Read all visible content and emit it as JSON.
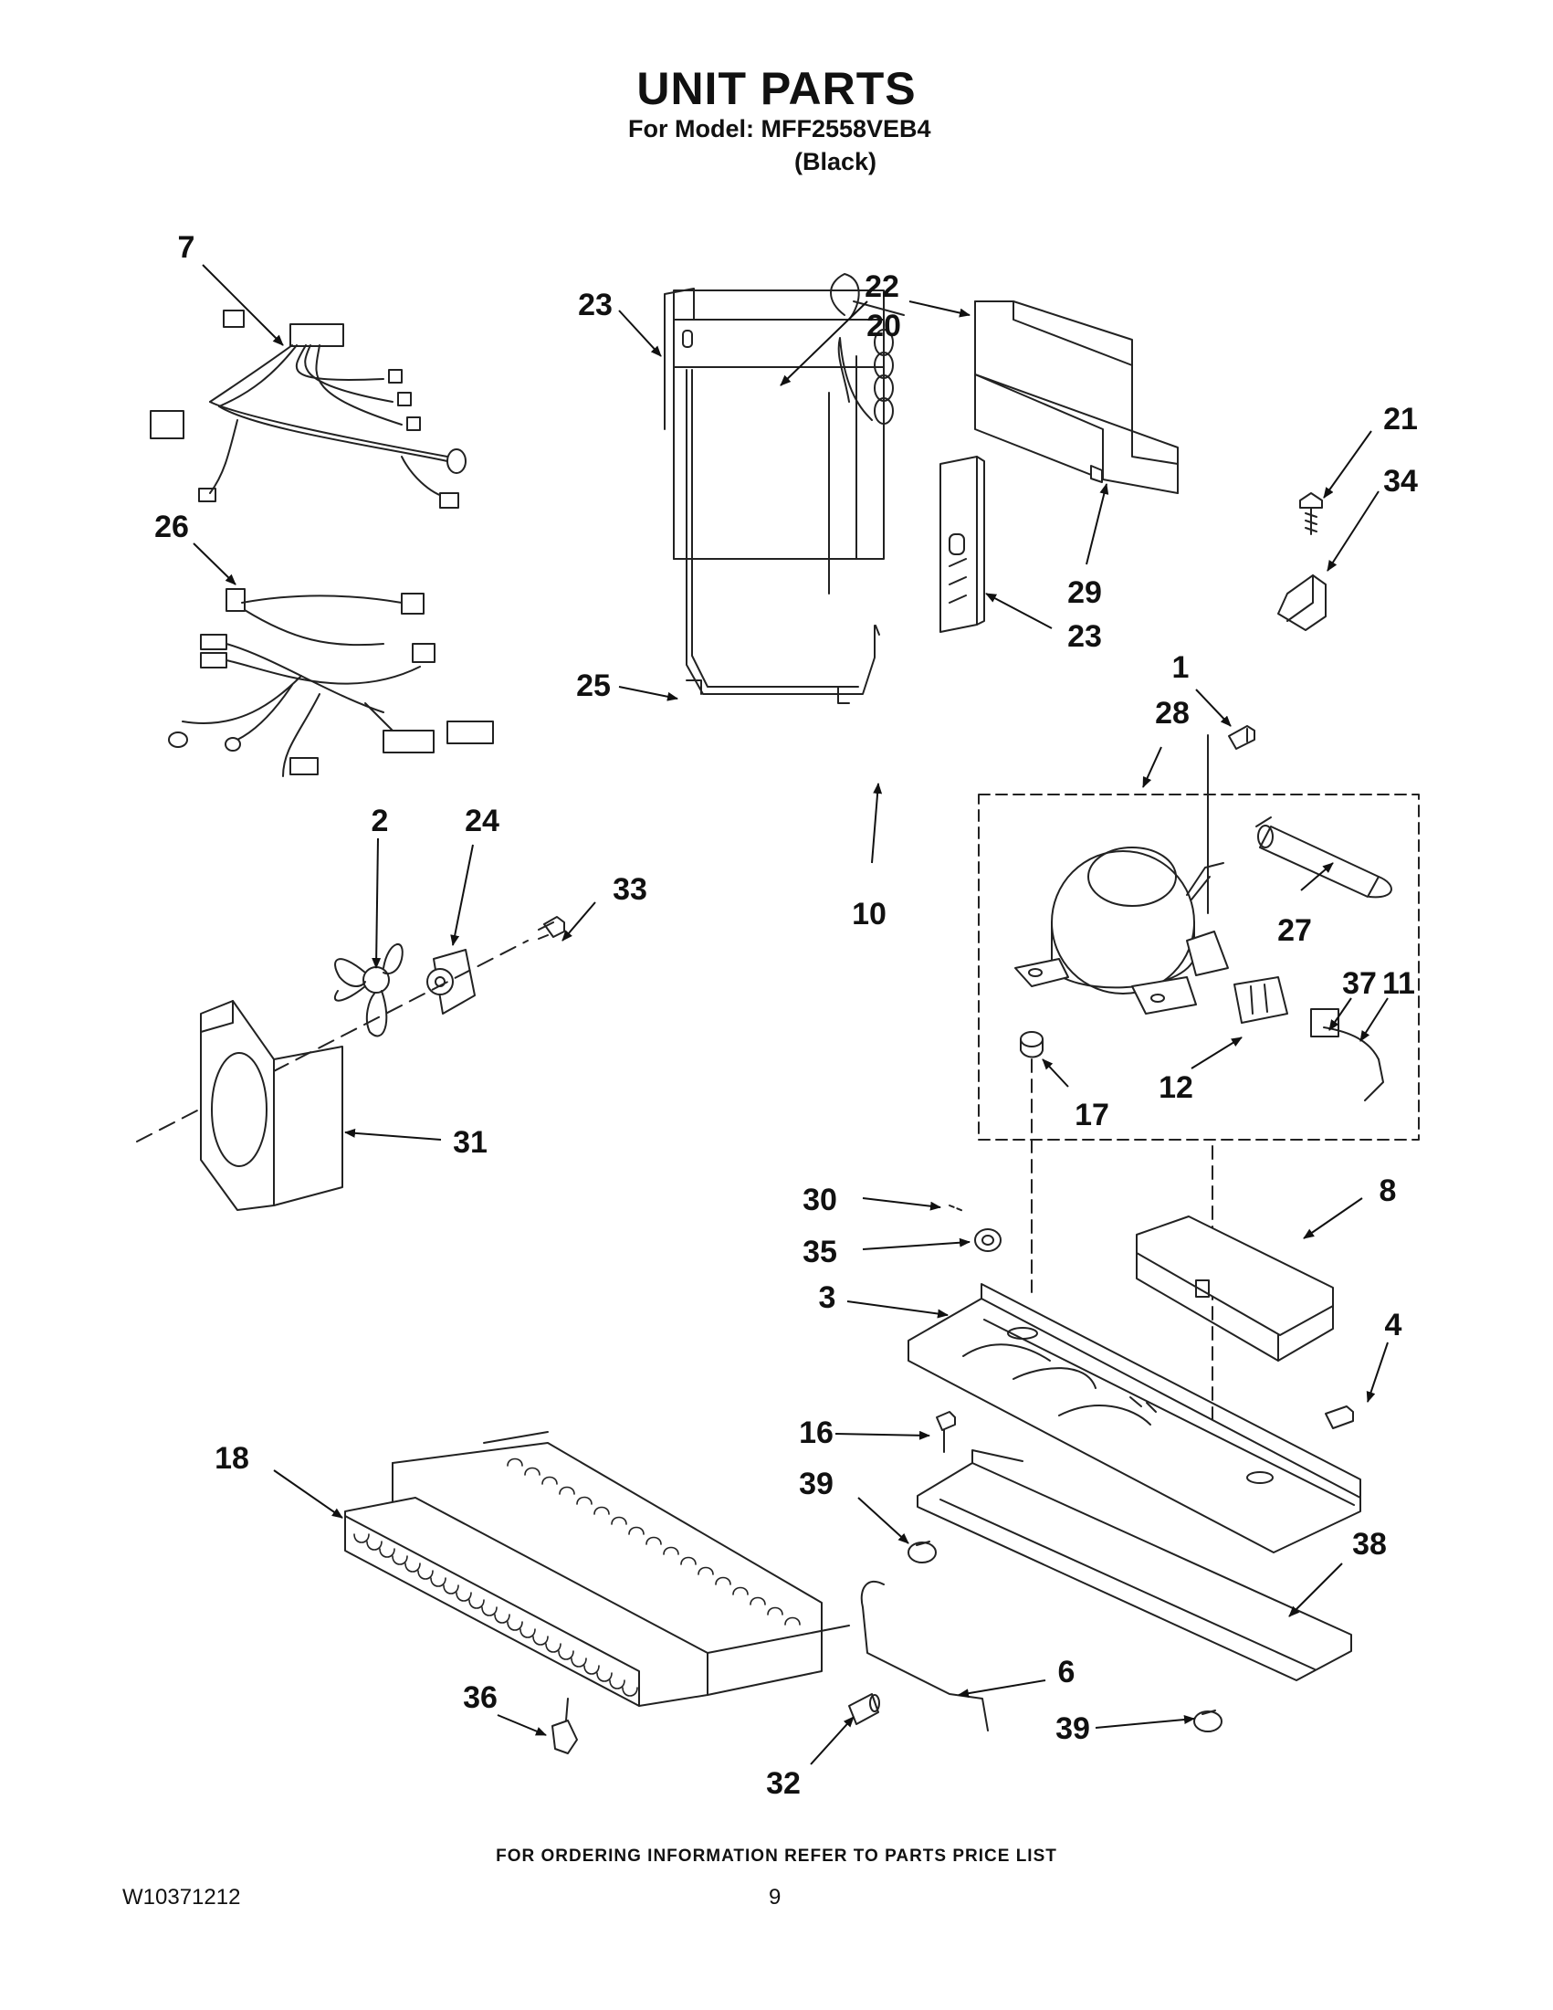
{
  "header": {
    "title": "UNIT PARTS",
    "model_line": "For Model: MFF2558VEB4",
    "color_line": "(Black)"
  },
  "footer": {
    "ordering_note": "FOR ORDERING INFORMATION REFER TO PARTS PRICE LIST",
    "document_number": "W10371212",
    "page_number": "9"
  },
  "callouts": {
    "p1": "1",
    "p2": "2",
    "p3": "3",
    "p4": "4",
    "p6": "6",
    "p7": "7",
    "p8": "8",
    "p10": "10",
    "p11": "11",
    "p12": "12",
    "p16": "16",
    "p17": "17",
    "p18": "18",
    "p20": "20",
    "p21": "21",
    "p22": "22",
    "p23a": "23",
    "p23b": "23",
    "p24": "24",
    "p25": "25",
    "p26": "26",
    "p27": "27",
    "p28": "28",
    "p29": "29",
    "p30": "30",
    "p31": "31",
    "p32": "32",
    "p33": "33",
    "p34": "34",
    "p35": "35",
    "p36": "36",
    "p37": "37",
    "p38": "38",
    "p39a": "39",
    "p39b": "39"
  }
}
